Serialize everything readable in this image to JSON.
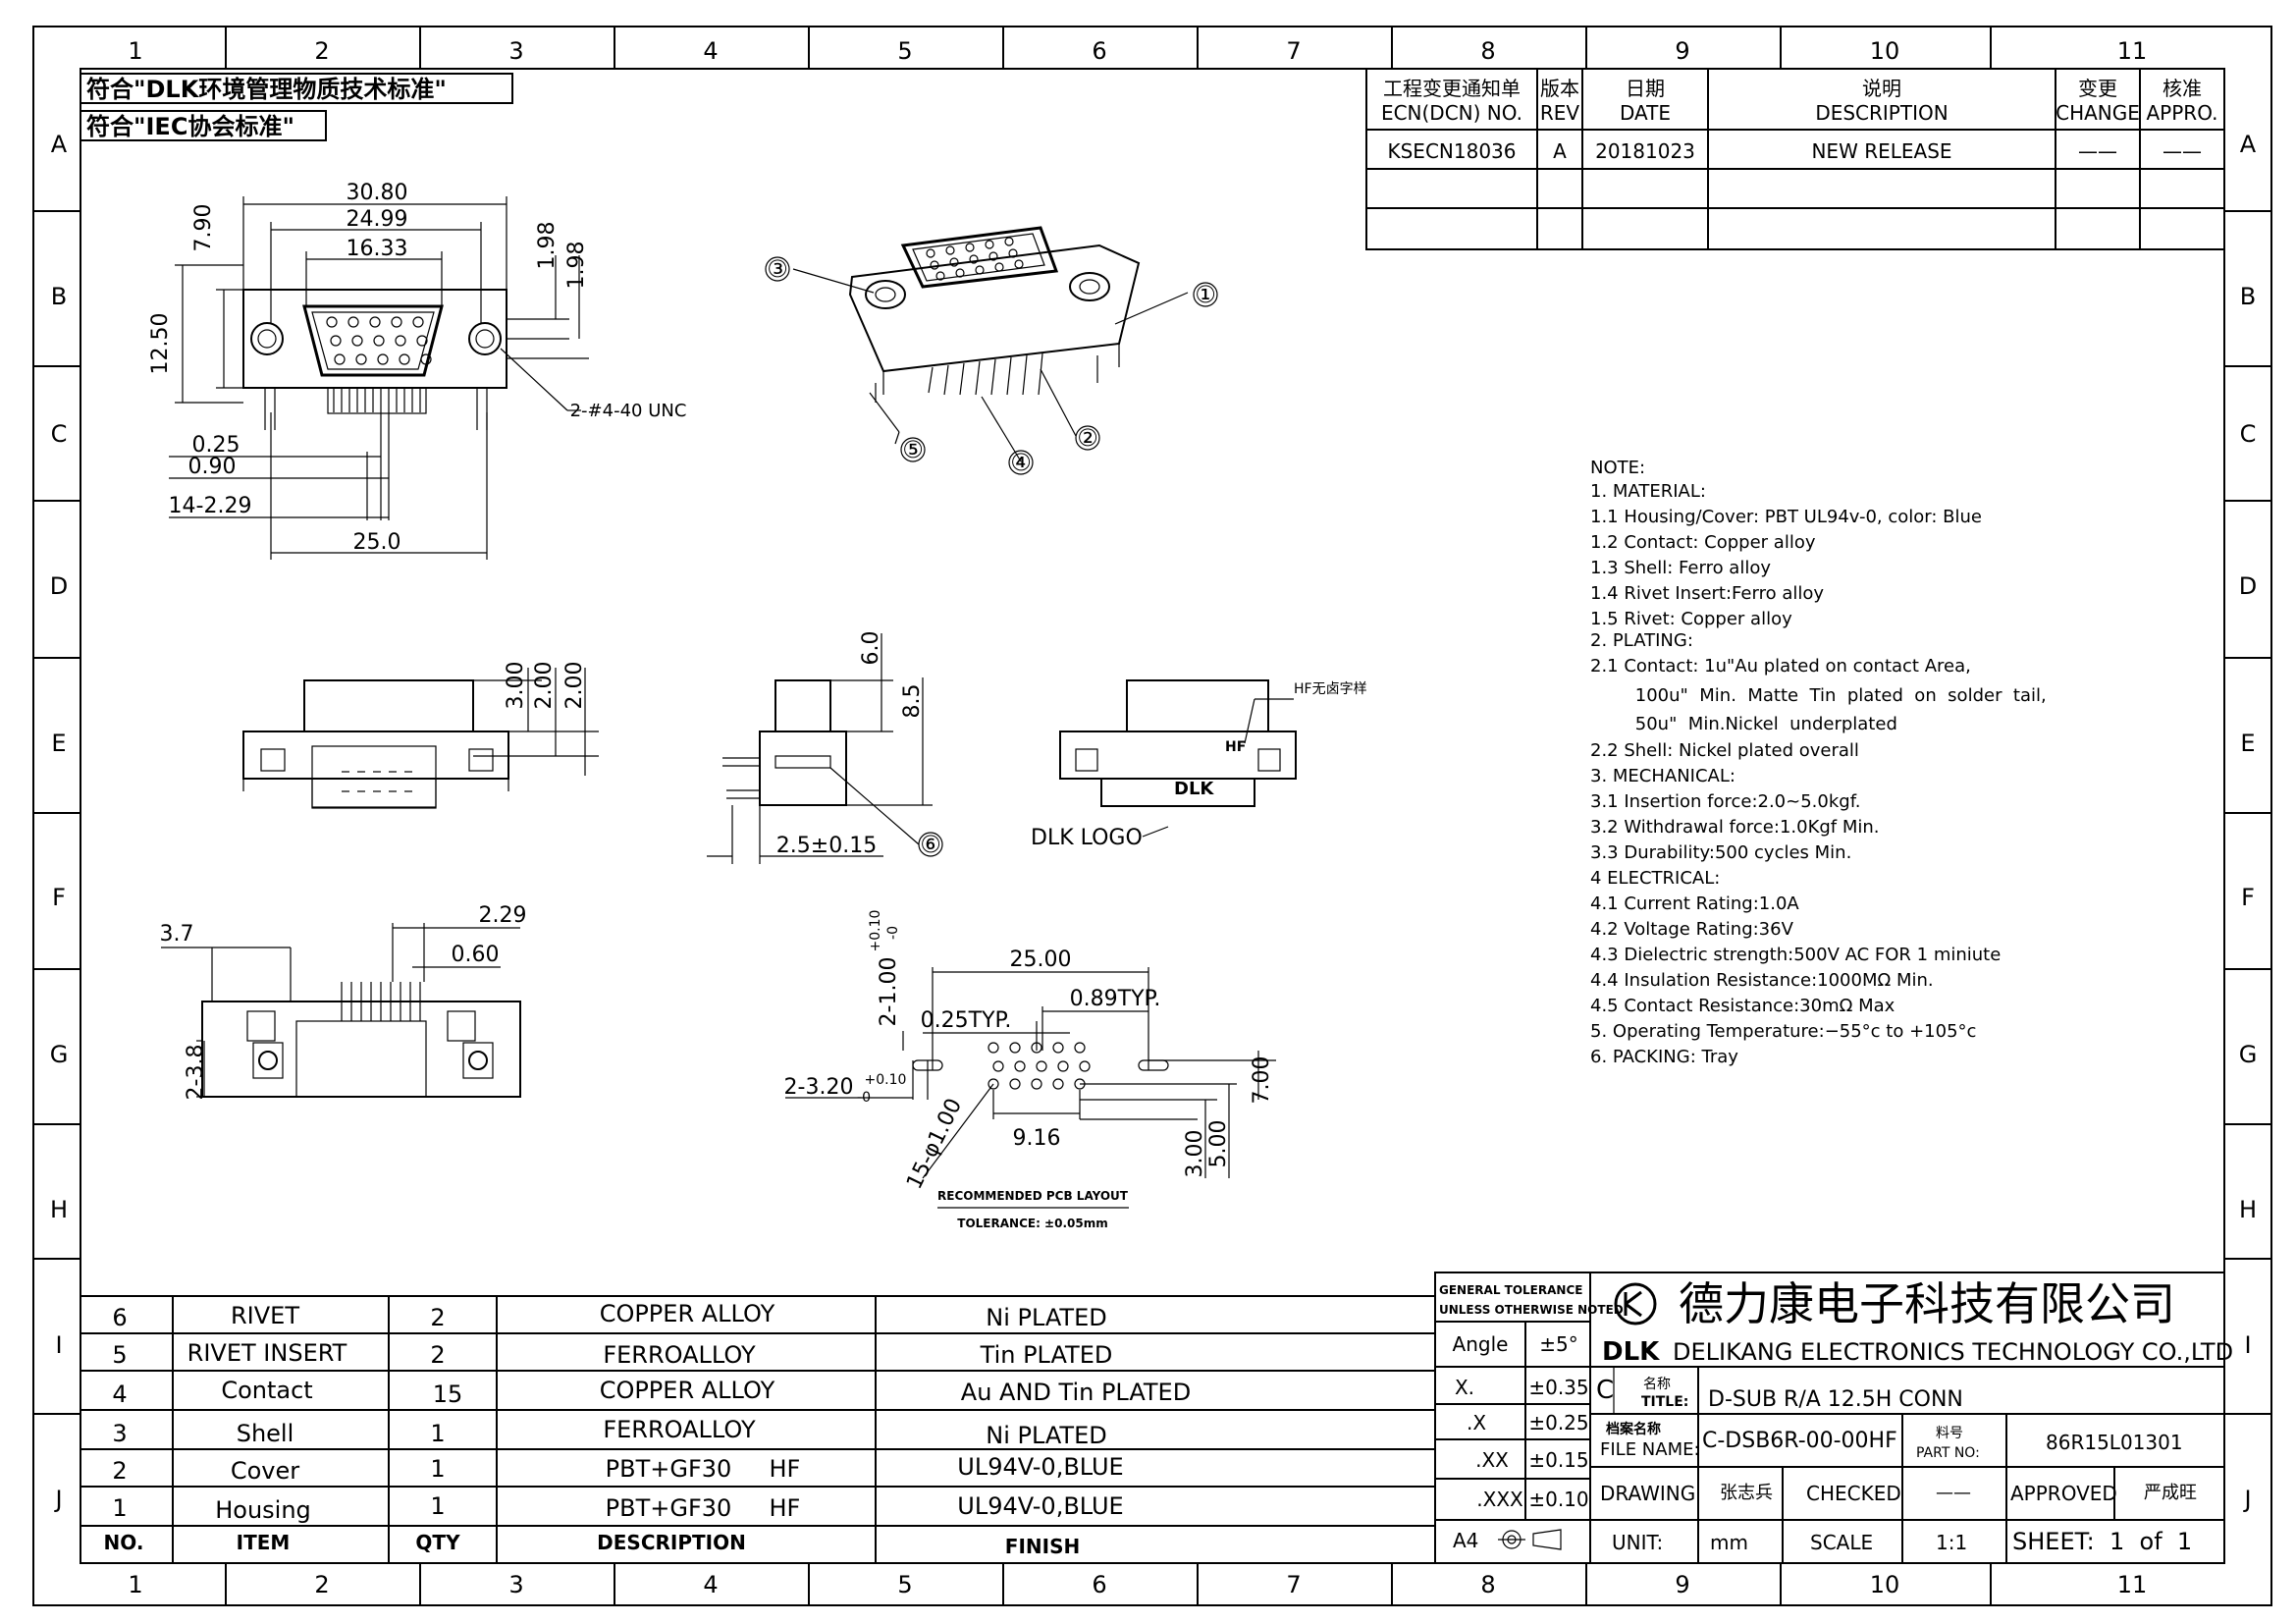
{
  "zones": {
    "cols": [
      "1",
      "2",
      "3",
      "4",
      "5",
      "6",
      "7",
      "8",
      "9",
      "10",
      "11"
    ],
    "rows": [
      "A",
      "B",
      "C",
      "D",
      "E",
      "F",
      "G",
      "H",
      "I",
      "J"
    ]
  },
  "compliance": [
    "符合\"DLK环境管理物质技术标准\"",
    "符合\"IEC协会标准\""
  ],
  "revision_table": {
    "headers": [
      {
        "cn": "工程变更通知单",
        "en": "ECN(DCN) NO."
      },
      {
        "cn": "版本",
        "en": "REV"
      },
      {
        "cn": "日期",
        "en": "DATE"
      },
      {
        "cn": "说明",
        "en": "DESCRIPTION"
      },
      {
        "cn": "变更",
        "en": "CHANGE"
      },
      {
        "cn": "核准",
        "en": "APPRO."
      }
    ],
    "rows": [
      {
        "ecn": "KSECN18036",
        "rev": "A",
        "date": "20181023",
        "desc": "NEW RELEASE",
        "change": "——",
        "appro": "——"
      }
    ]
  },
  "dimensions": {
    "front": [
      "30.80",
      "24.99",
      "16.33",
      "7.90",
      "12.50",
      "1.98",
      "1.98",
      "2-#4-40 UNC",
      "0.25",
      "0.90",
      "14-2.29",
      "25.0"
    ],
    "side": [
      "3.00",
      "2.00",
      "2.00",
      "6.0",
      "8.5",
      "2.5±0.15"
    ],
    "bottom": [
      "3.7",
      "2.29",
      "0.60",
      "2-3.8"
    ],
    "pcb": [
      "25.00",
      "0.89TYP.",
      "0.25TYP.",
      "9.16",
      "7.00",
      "5.00",
      "3.00",
      "2-1.00",
      "+0.10",
      "-0",
      "2-3.20",
      "+0.10",
      "-0",
      "15-φ1.00"
    ],
    "pcb_caption": "RECOMMENDED PCB LAYOUT",
    "pcb_tolerance": "TOLERANCE: ±0.05mm"
  },
  "callouts": [
    "①",
    "②",
    "③",
    "④",
    "⑤",
    "⑥"
  ],
  "labels": {
    "hf_note": "HF无卤字样",
    "hf": "HF",
    "dlk": "DLK",
    "dlk_logo": "DLK LOGO"
  },
  "notes": [
    "NOTE:",
    "1.  MATERIAL:",
    "1.1  Housing/Cover:  PBT  UL94v-0,  color:  Blue",
    "1.2  Contact:  Copper  alloy",
    "1.3  Shell:  Ferro  alloy",
    "1.4  Rivet  Insert:Ferro  alloy",
    "1.5  Rivet:  Copper  alloy",
    "2.  PLATING:",
    "2.1  Contact:  1u\"Au  plated  on  contact  Area,",
    "        100u\"  Min.  Matte  Tin  plated  on  solder  tail,",
    "        50u\"  Min.Nickel  underplated",
    "2.2  Shell:  Nickel  plated  overall",
    "3.    MECHANICAL:",
    "3.1  Insertion  force:2.0~5.0kgf.",
    "3.2  Withdrawal  force:1.0Kgf  Min.",
    "3.3  Durability:500  cycles  Min.",
    "4    ELECTRICAL:",
    "4.1  Current  Rating:1.0A",
    "4.2  Voltage  Rating:36V",
    "4.3  Dielectric  strength:500V  AC  FOR  1  miniute",
    "4.4  Insulation  Resistance:1000MΩ  Min.",
    "4.5  Contact  Resistance:30mΩ Max",
    "5.  Operating  Temperature:−55°c  to  +105°c",
    "6.  PACKING:  Tray"
  ],
  "bom": {
    "headers": [
      "NO.",
      "ITEM",
      "QTY",
      "DESCRIPTION",
      "FINISH"
    ],
    "rows": [
      [
        "6",
        "RIVET",
        "2",
        "COPPER  ALLOY",
        "Ni  PLATED"
      ],
      [
        "5",
        "RIVET  INSERT",
        "2",
        "FERROALLOY",
        "Tin  PLATED"
      ],
      [
        "4",
        "Contact",
        "15",
        "COPPER  ALLOY",
        "Au  AND  Tin  PLATED"
      ],
      [
        "3",
        "Shell",
        "1",
        "FERROALLOY",
        "Ni  PLATED"
      ],
      [
        "2",
        "Cover",
        "1",
        "PBT+GF30     HF",
        "UL94V-0,BLUE"
      ],
      [
        "1",
        "Housing",
        "1",
        "PBT+GF30     HF",
        "UL94V-0,BLUE"
      ]
    ]
  },
  "tolerance": {
    "title1": "GENERAL  TOLERANCE",
    "title2": "UNLESS  OTHERWISE  NOTED",
    "rows": [
      [
        "Angle",
        "±5°"
      ],
      [
        "X.",
        "±0.35"
      ],
      [
        ".X",
        "±0.25"
      ],
      [
        ".XX",
        "±0.15"
      ],
      [
        ".XXX",
        "±0.10"
      ]
    ],
    "paper": "A4"
  },
  "title_block": {
    "company_cn": "德力康电子科技有限公司",
    "company_en": "DELIKANG  ELECTRONICS  TECHNOLOGY  CO.,LTD",
    "logo_text": "DLK",
    "c": "C",
    "title_label_cn": "名称",
    "title_label_en": "TITLE:",
    "title": "D-SUB  R/A  12.5H  CONN",
    "file_label_cn": "档案名称",
    "file_label_en": "FILE  NAME:",
    "file": "C-DSB6R-00-00HF",
    "part_label_cn": "料号",
    "part_label_en": "PART  NO:",
    "part": "86R15L01301",
    "drawing_label": "DRAWING",
    "drawer": "张志兵",
    "checked_label": "CHECKED",
    "checker": "——",
    "approved_label": "APPROVED",
    "approver": "严成旺",
    "unit_label": "UNIT:",
    "unit": "mm",
    "scale_label": "SCALE",
    "scale": "1:1",
    "sheet": "SHEET:  1  of  1"
  }
}
